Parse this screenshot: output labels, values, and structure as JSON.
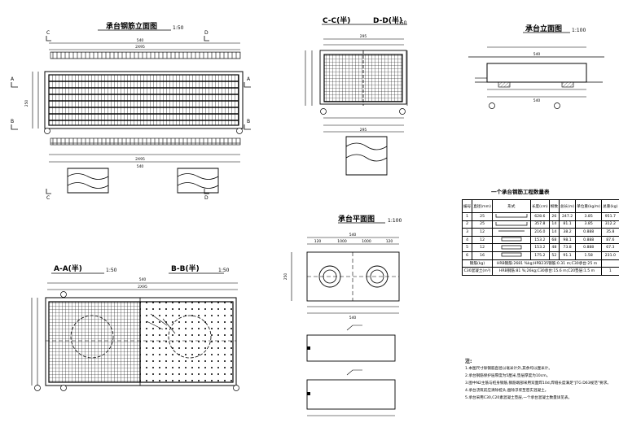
{
  "views": {
    "pier_cap_elevation": {
      "title": "承台钢筋立面图",
      "scale": "1:50"
    },
    "section_cc_dd": {
      "title_c": "C-C(半)",
      "title_d": "D-D(半)",
      "scale": "1:50"
    },
    "pier_elevation": {
      "title": "承台立面图",
      "scale": "1:100"
    },
    "section_aa_bb": {
      "title_a": "A-A(半)",
      "title_b": "B-B(半)",
      "scale": "1:50"
    },
    "pier_plan": {
      "title": "承台平面图",
      "scale": "1:100"
    }
  },
  "section_marks": {
    "a": "A",
    "b": "B",
    "c": "C",
    "d": "D"
  },
  "dimensions": {
    "total_width": "540",
    "inner_width": "2X95",
    "cap_height": "250",
    "side_width": "295",
    "plan_left": "120",
    "plan_mid_a": "1000",
    "plan_mid_b": "1000",
    "plan_right": "120"
  },
  "table": {
    "title": "一个承台钢筋工程数量表",
    "headers": [
      "编号",
      "直径(mm)",
      "形式",
      "长度(cm)",
      "根数",
      "总长(m)",
      "单位重(kg/m)",
      "总重(kg)"
    ],
    "rows": [
      [
        "1",
        "25",
        "",
        "628.6",
        "26",
        "247.2",
        "3.85",
        "951.7"
      ],
      [
        "2",
        "25",
        "",
        "357.8",
        "14",
        "81.1",
        "3.85",
        "312.2"
      ],
      [
        "3",
        "12",
        "",
        "216.0",
        "14",
        "38.2",
        "0.888",
        "35.8"
      ],
      [
        "4",
        "12",
        "",
        "153.2",
        "68",
        "98.1",
        "0.888",
        "87.6"
      ],
      [
        "5",
        "12",
        "",
        "153.2",
        "48",
        "73.8",
        "0.888",
        "67.3"
      ],
      [
        "6",
        "16",
        "",
        "175.2",
        "52",
        "91.1",
        "1.58",
        "231.0"
      ]
    ],
    "footer_1_label": "钢筋(kg)",
    "footer_1_text": "HRB钢筋:2681 %kg;HPB235钢筋:0.31 m;C30承台:25 m",
    "footer_2_label": "C30混凝土(m³)",
    "footer_2_text": "HRB钢筋:81 %;26kg;C30承台:15.6 m;C20垫层:1.5 m",
    "footer_2_value": "1"
  },
  "notes": {
    "heading": "注:",
    "items": [
      "1.本图尺寸除钢筋直径以毫米计外,其余均以厘米计。",
      "2.承台钢筋保护层厚度为5厘米,垫层厚度为10cm。",
      "3.图中N2主筋与桩身钢筋,钢筋端部采用双面焊10d,焊缝长度满足“JTG D63规范”要求。",
      "4.承台浇筑前应清除桩头,凿除浮浆至密实混凝土。",
      "5.承台采用C30,C20素混凝土垫层,一个承台混凝土数量详见表。"
    ]
  }
}
